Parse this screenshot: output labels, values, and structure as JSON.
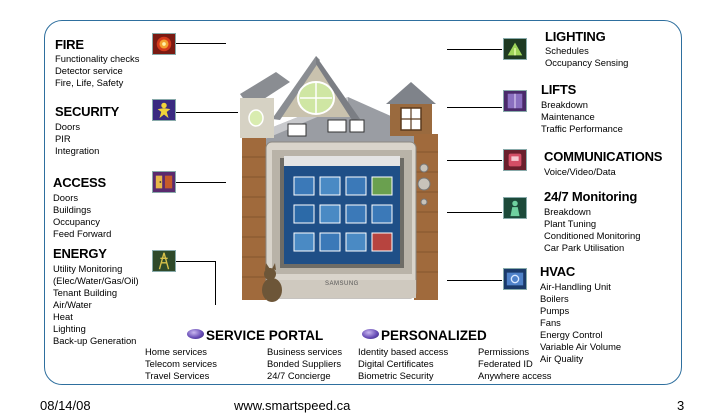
{
  "categories": {
    "fire": {
      "title": "FIRE",
      "items": [
        "Functionality checks",
        "Detector service",
        "Fire, Life, Safety"
      ],
      "icon": "flame-icon"
    },
    "security": {
      "title": "SECURITY",
      "items": [
        "Doors",
        "PIR",
        "Integration"
      ],
      "icon": "guard-icon"
    },
    "access": {
      "title": "ACCESS",
      "items": [
        "Doors",
        "Buildings",
        "Occupancy",
        "Feed Forward"
      ],
      "icon": "door-icon"
    },
    "energy": {
      "title": "ENERGY",
      "items": [
        "Utility Monitoring",
        "(Elec/Water/Gas/Oil)",
        "Tenant Building",
        "Air/Water",
        "Heat",
        "Lighting",
        "Back-up Generation"
      ],
      "icon": "power-pylon-icon"
    },
    "lighting": {
      "title": "LIGHTING",
      "items": [
        "Schedules",
        "Occupancy Sensing"
      ],
      "icon": "lamp-icon"
    },
    "lifts": {
      "title": "LIFTS",
      "items": [
        "Breakdown",
        "Maintenance",
        "Traffic Performance"
      ],
      "icon": "elevator-icon"
    },
    "communications": {
      "title": "COMMUNICATIONS",
      "items": [
        "Voice/Video/Data"
      ],
      "icon": "phone-icon"
    },
    "monitoring": {
      "title": "24/7 Monitoring",
      "items": [
        "Breakdown",
        "Plant Tuning",
        "Conditioned Monitoring",
        "Car Park Utilisation"
      ],
      "icon": "technician-icon"
    },
    "hvac": {
      "title": "HVAC",
      "items": [
        "Air-Handling Unit",
        "Boilers",
        "Pumps",
        "Fans",
        "Energy Control",
        "Variable Air Volume",
        "Air Quality"
      ],
      "icon": "fan-icon"
    }
  },
  "service_portal": {
    "title": "SERVICE PORTAL",
    "col1": [
      "Home services",
      "Telecom services",
      "Travel Services"
    ],
    "col2": [
      "Business services",
      "Bonded Suppliers",
      "24/7 Concierge"
    ]
  },
  "personalized": {
    "title": "PERSONALIZED",
    "col1": [
      "Identity based access",
      "Digital Certificates",
      "Biometric Security"
    ],
    "col2": [
      "Permissions",
      "Federated ID",
      "Anywhere access"
    ]
  },
  "footer": {
    "date": "08/14/08",
    "url": "www.smartspeed.ca",
    "page": "3"
  },
  "device": {
    "brand": "SAMSUNG"
  }
}
